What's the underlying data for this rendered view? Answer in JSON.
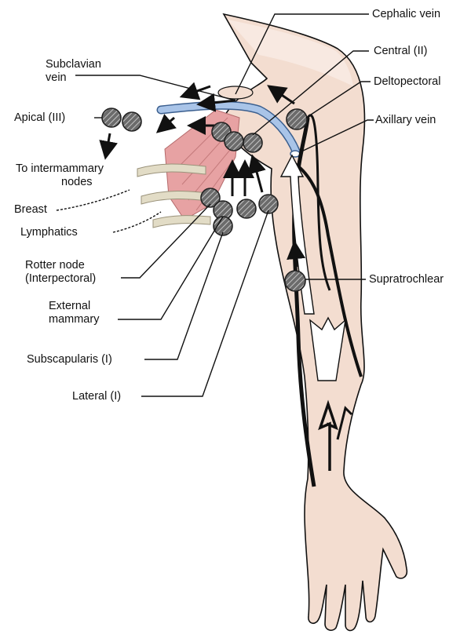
{
  "colors": {
    "skin": "#f3ddd0",
    "skin_outline": "#111111",
    "vein": "#a9c4e8",
    "vein_outline": "#3b5f8f",
    "muscle": "#e7a2a3",
    "rib": "#e2dcc6",
    "node_fill": "#5a5a5a",
    "arrow": "#111111"
  },
  "labels": {
    "cephalic_vein": "Cephalic vein",
    "subclavian_vein": [
      "Subclavian",
      "vein"
    ],
    "central": "Central (II)",
    "deltopectoral": "Deltopectoral",
    "apical": "Apical (III)",
    "axillary_vein": "Axillary vein",
    "to_intermammary": [
      "To intermammary",
      "nodes"
    ],
    "breast": "Breast",
    "lymphatics": "Lymphatics",
    "rotter": [
      "Rotter node",
      "(Interpectoral)"
    ],
    "external_mammary": [
      "External",
      "mammary"
    ],
    "supratrochlear": "Supratrochlear",
    "subscapularis": "Subscapularis (I)",
    "lateral": "Lateral (I)"
  }
}
